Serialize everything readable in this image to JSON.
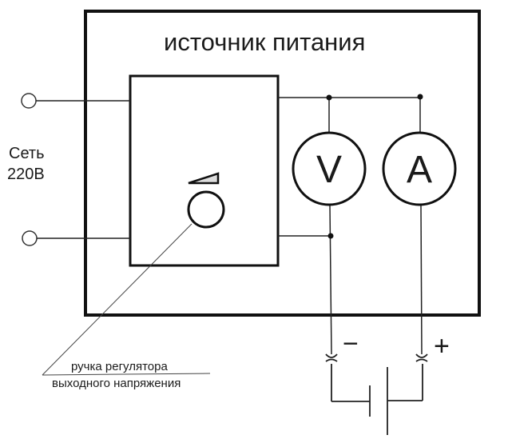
{
  "diagram": {
    "title": "источник питания",
    "mains_label_line1": "Сеть",
    "mains_label_line2": "220В",
    "voltmeter_symbol": "V",
    "ammeter_symbol": "A",
    "knob_label_line1": "ручка регулятора",
    "knob_label_line2": "выходного напряжения",
    "negative_terminal": "−",
    "positive_terminal": "+",
    "components": [
      {
        "id": "power-supply",
        "kind": "enclosure",
        "label": "источник питания"
      },
      {
        "id": "regulator-block",
        "kind": "block"
      },
      {
        "id": "regulator-knob",
        "kind": "knob",
        "label": "ручка регулятора выходного напряжения"
      },
      {
        "id": "voltmeter",
        "kind": "meter",
        "symbol": "V"
      },
      {
        "id": "ammeter",
        "kind": "meter",
        "symbol": "A"
      },
      {
        "id": "mains-terminal-top",
        "kind": "terminal"
      },
      {
        "id": "mains-terminal-bottom",
        "kind": "terminal"
      },
      {
        "id": "output-negative",
        "kind": "connector",
        "polarity": "−"
      },
      {
        "id": "output-positive",
        "kind": "connector",
        "polarity": "+"
      },
      {
        "id": "battery",
        "kind": "cell"
      }
    ]
  }
}
